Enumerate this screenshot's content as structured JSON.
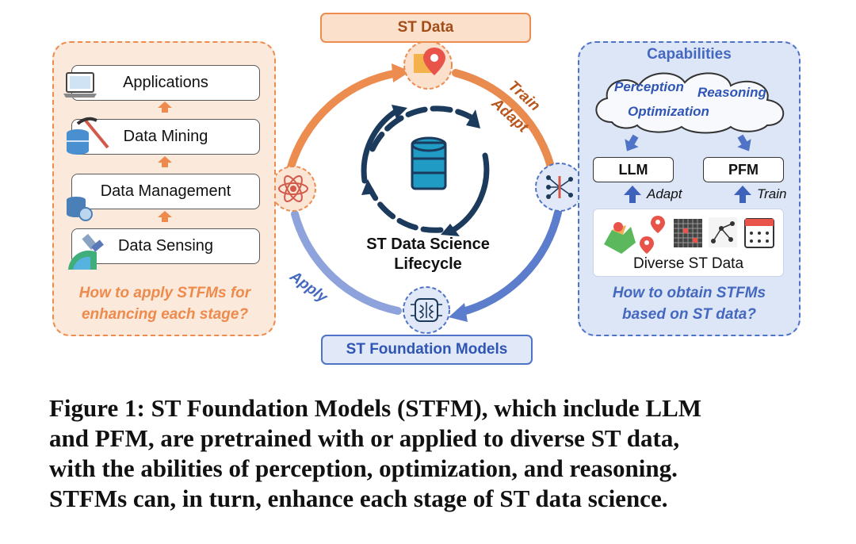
{
  "top_label": "ST Data",
  "bottom_label": "ST Foundation Models",
  "center_title_line1": "ST Data Science",
  "center_title_line2": "Lifecycle",
  "arc_labels": {
    "train": "Train",
    "adapt": "Adapt",
    "apply": "Apply"
  },
  "left_panel": {
    "stages": [
      "Applications",
      "Data Mining",
      "Data Management",
      "Data Sensing"
    ],
    "question_line1": "How to apply STFMs for",
    "question_line2": "enhancing each stage?"
  },
  "right_panel": {
    "title": "Capabilities",
    "capabilities": [
      "Perception",
      "Reasoning",
      "Optimization"
    ],
    "models": [
      "LLM",
      "PFM"
    ],
    "edge_labels": [
      "Adapt",
      "Train"
    ],
    "data_label": "Diverse ST Data",
    "question_line1": "How to obtain STFMs",
    "question_line2": "based on ST data?"
  },
  "colors": {
    "orange": "#ec8c4f",
    "blue": "#4f73c6",
    "navy": "#1b3a5c",
    "teal": "#1f9bc4"
  },
  "caption": {
    "line1": "Figure 1: ST Foundation Models (STFM), which include LLM",
    "line2": "and PFM, are pretrained with or applied to diverse ST data,",
    "line3": "with the abilities of perception, optimization, and reasoning.",
    "line4": "STFMs can, in turn, enhance each stage of ST data science."
  }
}
